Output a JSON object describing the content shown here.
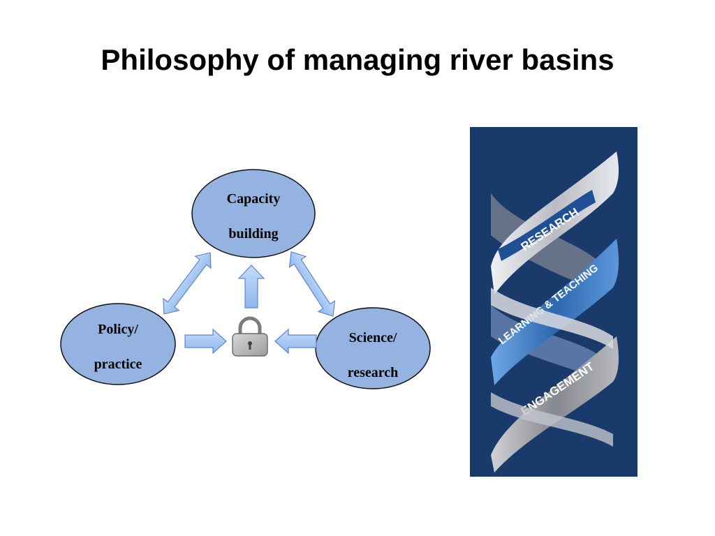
{
  "slide": {
    "title": "Philosophy of managing river basins"
  },
  "diagram": {
    "nodes": {
      "capacity": {
        "line1": "Capacity",
        "line2": "building"
      },
      "policy": {
        "line1": "Policy/",
        "line2": "practice"
      },
      "science": {
        "line1": "Science/",
        "line2": "research"
      }
    },
    "colors": {
      "node_fill": "#95b3e0",
      "node_stroke": "#111111",
      "arrow_fill": "#9cc3f3",
      "arrow_stroke": "#5f87c9",
      "lock_body": "#b8b8b8",
      "lock_shackle": "#8a8a8a"
    }
  },
  "helix": {
    "labels": {
      "research": "RESEARCH",
      "learning": "LEARNING & TEACHING",
      "engagement": "ENGAGEMENT"
    },
    "colors": {
      "background": "#1a3a6c",
      "ribbon_silver": "#c9ccd2",
      "ribbon_blue": "#2f6db5",
      "ribbon_dark": "#8f9299"
    }
  }
}
